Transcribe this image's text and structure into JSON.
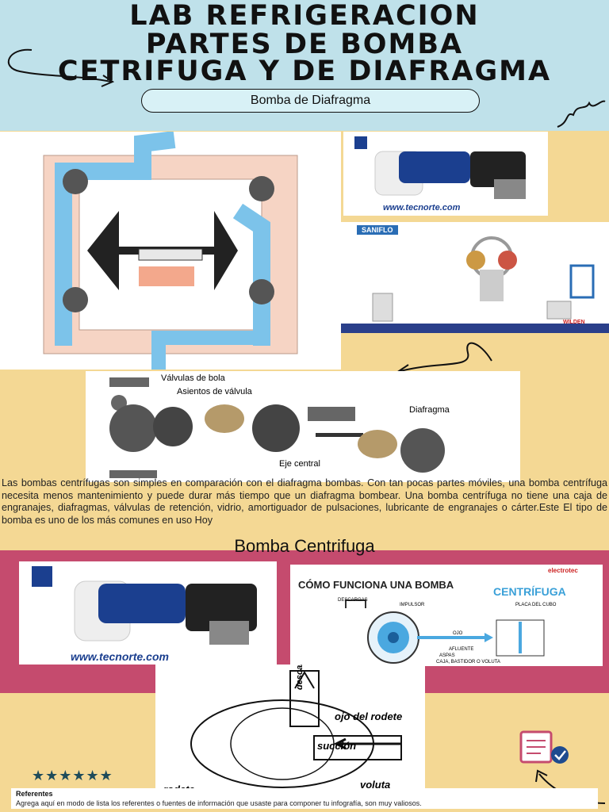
{
  "header": {
    "title_line1": "LAB REFRIGERACION",
    "title_line2": "PARTES DE BOMBA",
    "title_line3": "CETRIFUGA Y DE DIAFRAGMA",
    "subtitle": "Bomba de Diafragma"
  },
  "diaphragm_section": {
    "photo_caption": "www.tecnorte.com",
    "saniflo_label": "SANIFLO",
    "wilden_label": "WILDEN",
    "parts": {
      "ball_valves": "Válvulas de bola",
      "valve_seats": "Asientos de válvula",
      "diaphragm": "Diafragma",
      "central_shaft": "Eje central"
    }
  },
  "paragraph": "Las bombas centrífugas son simples en comparación con el diafragma bombas. Con tan pocas partes móviles, una bomba centrífuga necesita menos mantenimiento y puede durar más tiempo que un diafragma bombear. Una bomba centrífuga no tiene una caja de engranajes, diafragmas, válvulas de retención, vidrio, amortiguador de pulsaciones, lubricante de engranajes o cárter.Este El tipo de bomba es uno de los más comunes en uso Hoy",
  "centrifugal_section": {
    "title": "Bomba Centrifuga",
    "photo_caption": "www.tecnorte.com",
    "how_it_works": {
      "brand": "electrotec",
      "title_line1": "CÓMO FUNCIONA UNA BOMBA",
      "title_line2": "CENTRÍFUGA",
      "labels": {
        "discharge": "DESCARGAS",
        "impeller": "IMPULSOR",
        "plate": "PLACA DEL CUBO",
        "eye": "OJO",
        "inflow": "AFLUENTE",
        "vanes": "ASPAS",
        "casing": "CAJA, BASTIDOR O VOLUTA"
      }
    },
    "sketch": {
      "descarga": "descarga",
      "eye": "ojo del rodete",
      "suction": "succión",
      "impeller": "rodete",
      "volute": "voluta"
    }
  },
  "references": {
    "title": "Referentes",
    "body": "Agrega aquí en modo de lista los referentes o fuentes de información que usaste para componer tu infografía, son muy valiosos."
  },
  "rating": {
    "stars": "★★★★★★"
  },
  "colors": {
    "header_bg": "#bfe1ea",
    "page_bg": "#f4d894",
    "band_pink": "#c54b6e",
    "accent_blue": "#3aa0d8"
  }
}
